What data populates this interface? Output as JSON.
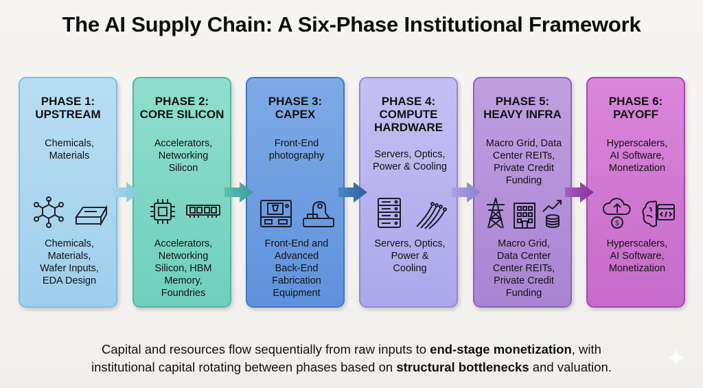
{
  "title": "The AI Supply Chain: A Six-Phase Institutional Framework",
  "phases": [
    {
      "title_line1": "PHASE 1:",
      "title_line2": "UPSTREAM",
      "title_line3": "",
      "short": [
        "Chemicals,",
        "Materials"
      ],
      "detail": [
        "Chemicals,",
        "Materials,",
        "Wafer Inputs,",
        "EDA Design"
      ],
      "icons": [
        "molecule-icon",
        "ingot-icon"
      ],
      "color": "#a8d4ee"
    },
    {
      "title_line1": "PHASE 2:",
      "title_line2": "CORE SILICON",
      "title_line3": "",
      "short": [
        "Accelerators,",
        "Networking",
        "Silicon"
      ],
      "detail": [
        "Accelerators,",
        "Networking",
        "Silicon, HBM",
        "Memory,",
        "Foundries"
      ],
      "icons": [
        "chip-icon",
        "memory-module-icon"
      ],
      "color": "#7fd6c4"
    },
    {
      "title_line1": "PHASE 3:",
      "title_line2": "CAPEX",
      "title_line3": "",
      "short": [
        "Front-End",
        "photography"
      ],
      "detail": [
        "Front-End and",
        "Advanced",
        "Back-End",
        "Fabrication",
        "Equipment"
      ],
      "icons": [
        "fab-tool-icon",
        "lithography-machine-icon"
      ],
      "color": "#6f9fe0"
    },
    {
      "title_line1": "PHASE 4:",
      "title_line2": "COMPUTE",
      "title_line3": "HARDWARE",
      "short": [
        "Servers, Optics,",
        "Power & Cooling"
      ],
      "detail": [
        "Servers, Optics,",
        "Power &",
        "Cooling"
      ],
      "icons": [
        "server-rack-icon",
        "fiber-optic-icon"
      ],
      "color": "#b5b1ee"
    },
    {
      "title_line1": "PHASE 5:",
      "title_line2": "HEAVY INFRA",
      "title_line3": "",
      "short": [
        "Macro Grid, Data",
        "Center REITs,",
        "Private Credit",
        "Funding"
      ],
      "detail": [
        "Macro Grid,",
        "Data Center",
        "Center REITs,",
        "Private Credit",
        "Funding"
      ],
      "icons": [
        "power-tower-icon",
        "building-icon",
        "growth-coins-icon"
      ],
      "color": "#b58fd8"
    },
    {
      "title_line1": "PHASE 6:",
      "title_line2": "PAYOFF",
      "title_line3": "",
      "short": [
        "Hyperscalers,",
        "AI Software,",
        "Monetization"
      ],
      "detail": [
        "Hyperscalers,",
        "AI Software,",
        "Monetization"
      ],
      "icons": [
        "cloud-money-icon",
        "brain-code-icon"
      ],
      "color": "#d57bd7"
    }
  ],
  "footer": {
    "line1_a": "Capital and resources flow sequentially from raw inputs to ",
    "line1_b": "end-stage monetization",
    "line1_c": ", with",
    "line2_a": "institutional capital rotating between phases based on ",
    "line2_b": "structural bottlenecks",
    "line2_c": " and valuation."
  }
}
